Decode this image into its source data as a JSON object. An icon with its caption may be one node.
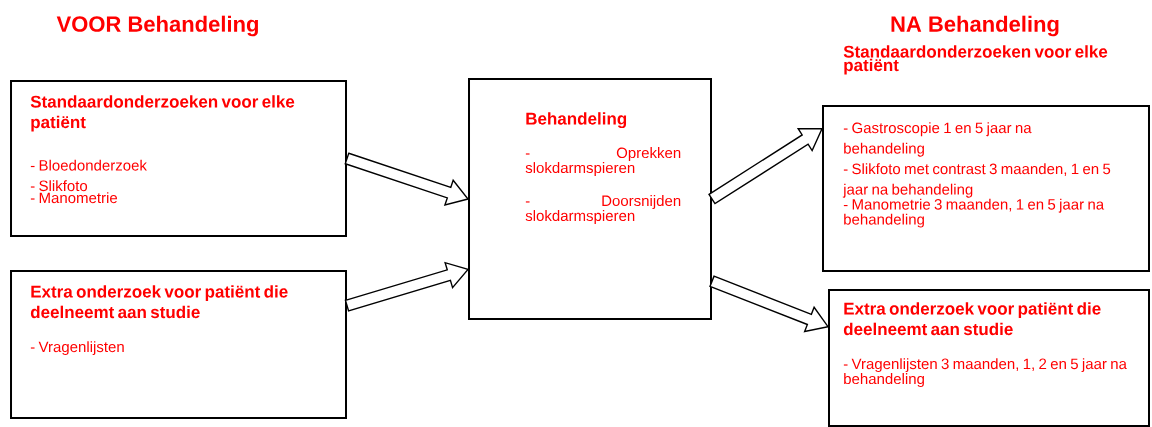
{
  "diagram": {
    "nodes": [
      {
        "text": [
          "Standaardonderzoeken voor elke patiënt",
          "- Bloedonderzoek",
          "- Slikfoto",
          "- Manometrie"
        ]
      },
      {
        "text": [
          "Extra onderzoek voor patiënt die deelneemt aan studie",
          "- Vragenlijsten"
        ]
      },
      {
        "text": [
          "Behandeling",
          "- Oprekken slokdarmspieren",
          "- Doorsnijden slokdarmspieren"
        ]
      },
      {
        "text": [
          "Standaardonderzoeken voor elke patiënt",
          "- Gastroscopie 1 en 5 jaar na behandeling",
          "- Slikfoto met contrast 3 maanden, 1 en 5 jaar na behandeling",
          "- Manometrie 3 maanden, 1 en 5 jaar na behandeling"
        ]
      },
      {
        "text": [
          "Extra onderzoek voor patiënt die deelneemt aan studie",
          "- Vragenlijsten 3 maanden, 1, 2 en 5 jaar na behandeling"
        ]
      }
    ],
    "edges": [
      {
        "from": 0,
        "to": 2,
        "arrow": "to"
      },
      {
        "from": 1,
        "to": 2,
        "arrow": "to"
      },
      {
        "from": 2,
        "to": 3,
        "arrow": "to"
      },
      {
        "from": 2,
        "to": 4,
        "arrow": "to"
      }
    ],
    "labels": [
      "VOOR Behandeling",
      "NA Behandeling"
    ]
  }
}
